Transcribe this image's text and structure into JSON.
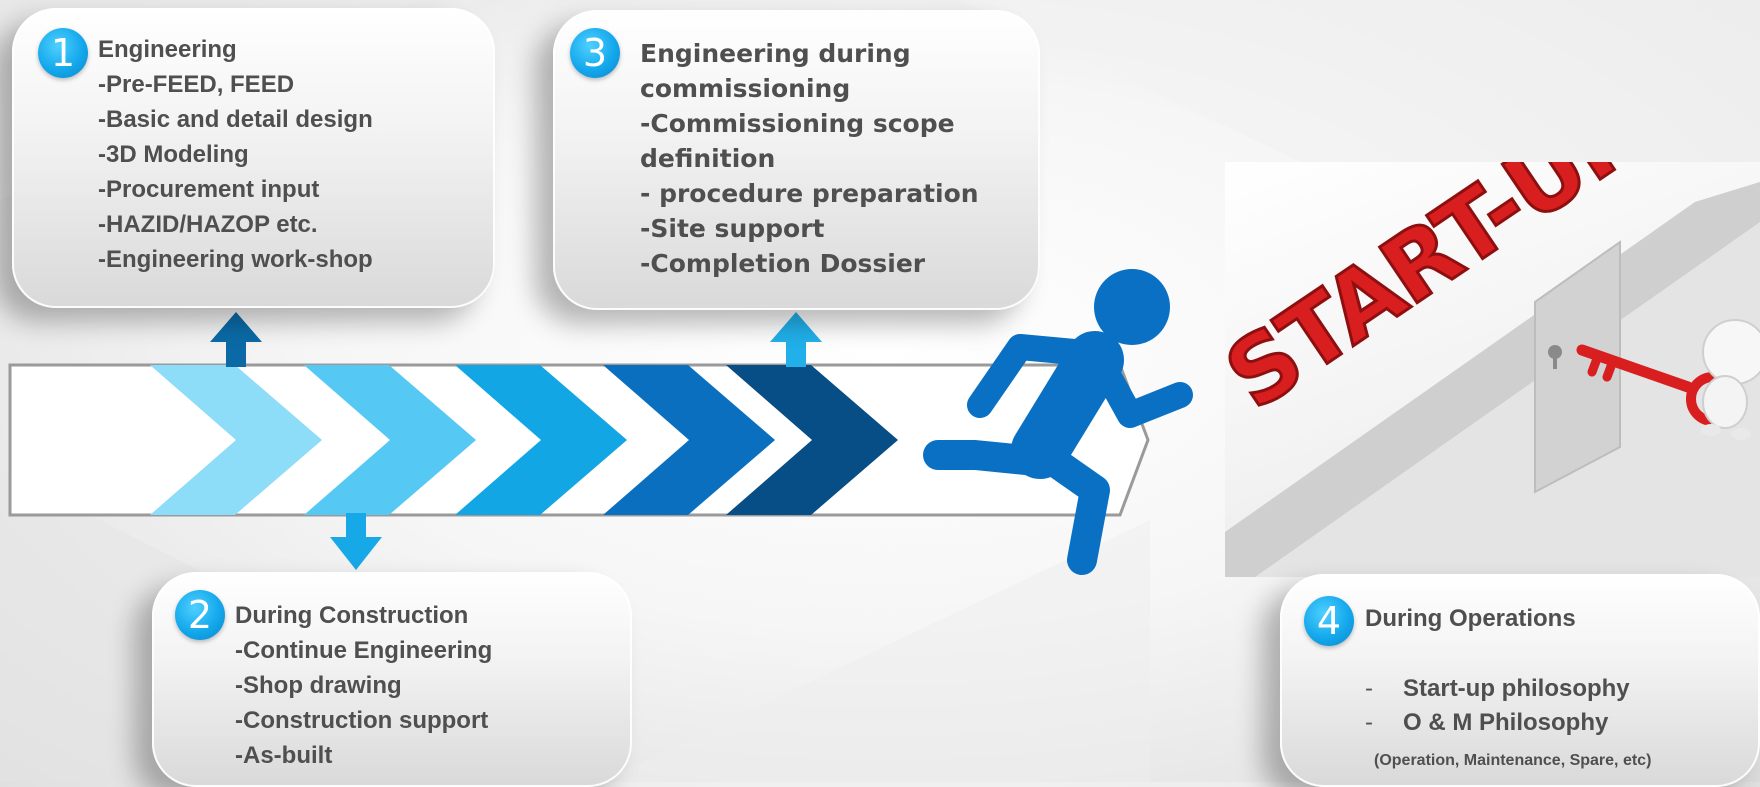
{
  "steps": [
    {
      "number": "1",
      "lines": [
        "Engineering",
        "-Pre-FEED, FEED",
        "-Basic and detail design",
        "-3D Modeling",
        "-Procurement input",
        "-HAZID/HAZOP etc.",
        "-Engineering work-shop"
      ]
    },
    {
      "number": "2",
      "lines": [
        "During Construction",
        "-Continue Engineering",
        "-Shop drawing",
        "-Construction support",
        "-As-built"
      ]
    },
    {
      "number": "3",
      "lines": [
        "Engineering during",
        "commissioning",
        "-Commissioning scope",
        "definition",
        "- procedure preparation",
        "-Site support",
        "-Completion Dossier"
      ]
    },
    {
      "number": "4",
      "title": "During Operations",
      "bullets": [
        {
          "dash": "-",
          "text": "Start-up philosophy"
        },
        {
          "dash": "-",
          "text": "O & M Philosophy"
        }
      ],
      "note": "(Operation, Maintenance, Spare, etc)"
    }
  ],
  "startup_text": "START-UP",
  "colors": {
    "chevrons": [
      "#8ddcf8",
      "#55c9f3",
      "#12a6e4",
      "#0a6fbe",
      "#074d86"
    ],
    "runner": "#0a70c3",
    "arrow_up_1": "#0b6aa6",
    "arrow_up_2": "#21b0ea",
    "arrow_down": "#17a8e7",
    "startup_red": "#d81e1e"
  },
  "icons": [
    "running-person-icon",
    "key-icon",
    "door-icon",
    "mascot-figure-icon"
  ]
}
